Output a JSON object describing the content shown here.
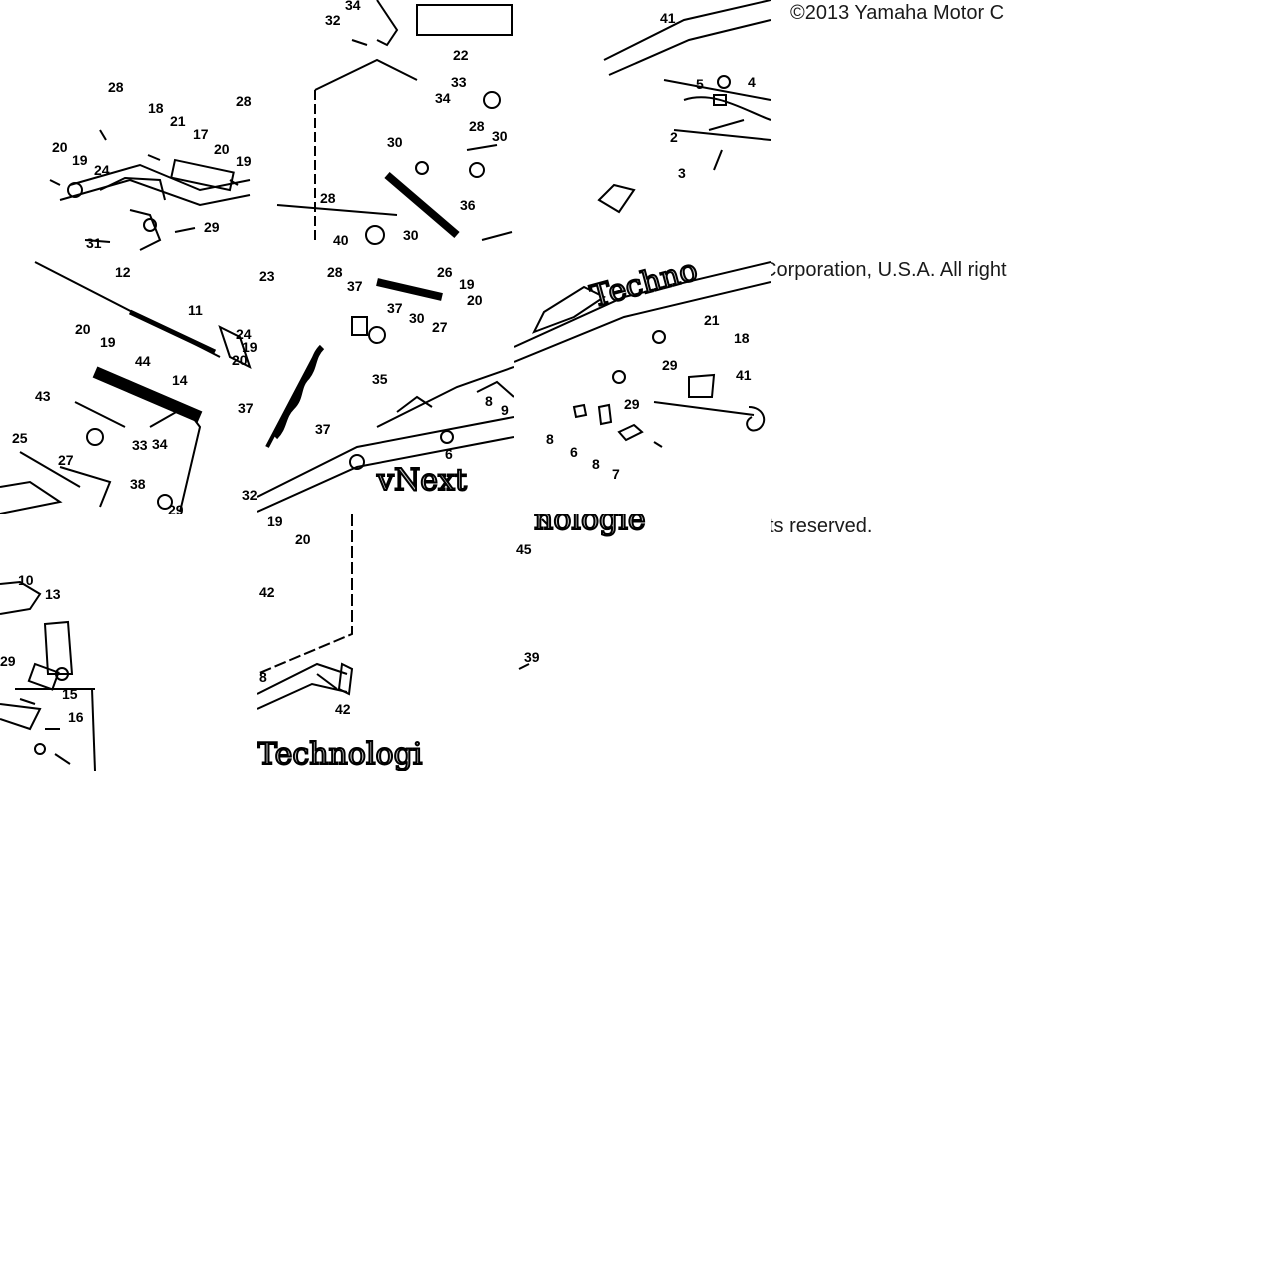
{
  "copyright": {
    "line1": "©2013 Yamaha Motor C",
    "line2": "Corporation, U.S.A. All right",
    "line3": "ts reserved."
  },
  "watermarks": [
    "Techno",
    "vNext",
    "nologie",
    "Technologi"
  ],
  "callouts": {
    "t00": [
      "28",
      "18",
      "21",
      "17",
      "28",
      "20",
      "19",
      "24",
      "20",
      "19",
      "29",
      "31"
    ],
    "t01": [
      "32",
      "34",
      "22",
      "33",
      "34",
      "30",
      "28",
      "30",
      "28",
      "36",
      "40",
      "30"
    ],
    "t02": [
      "41",
      "5",
      "4",
      "2",
      "3"
    ],
    "t10": [
      "12",
      "11",
      "20",
      "19",
      "44",
      "14",
      "43",
      "27",
      "25",
      "33",
      "34",
      "38",
      "29",
      "37",
      "24",
      "19",
      "20",
      "32"
    ],
    "t11": [
      "23",
      "28",
      "37",
      "26",
      "19",
      "20",
      "37",
      "30",
      "27",
      "35",
      "37",
      "6",
      "8",
      "9"
    ],
    "t12": [
      "21",
      "18",
      "29",
      "41",
      "29",
      "8",
      "6",
      "8",
      "7"
    ],
    "t20": [
      "10",
      "13",
      "29",
      "15",
      "16"
    ],
    "t21": [
      "19",
      "20",
      "42",
      "8",
      "42"
    ],
    "t22": [
      "45",
      "39"
    ]
  }
}
